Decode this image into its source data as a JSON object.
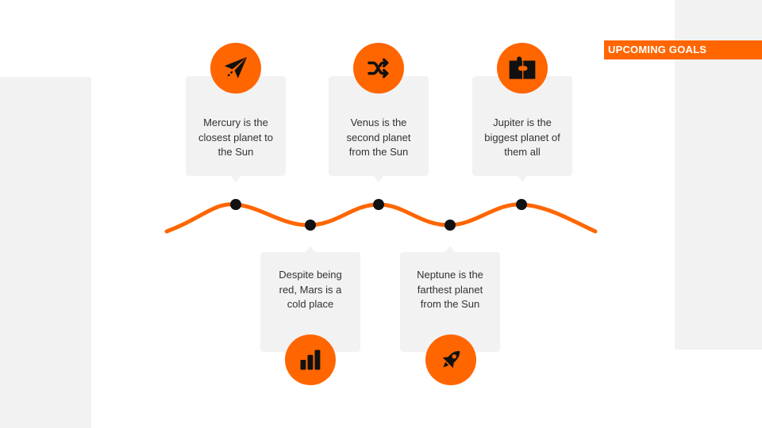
{
  "header": {
    "title": "UPCOMING GOALS"
  },
  "timeline": {
    "items": [
      {
        "text": "Mercury is the closest planet to the Sun",
        "icon": "paper-plane-icon"
      },
      {
        "text": "Despite being red, Mars is a cold place",
        "icon": "bar-chart-icon"
      },
      {
        "text": "Venus is the second planet from the Sun",
        "icon": "shuffle-icon"
      },
      {
        "text": "Neptune is the farthest planet from the Sun",
        "icon": "rocket-icon"
      },
      {
        "text": "Jupiter is the biggest planet of them all",
        "icon": "puzzle-icon"
      }
    ]
  },
  "colors": {
    "accent": "#ff6600",
    "card": "#f2f2f2",
    "dot": "#111111"
  }
}
